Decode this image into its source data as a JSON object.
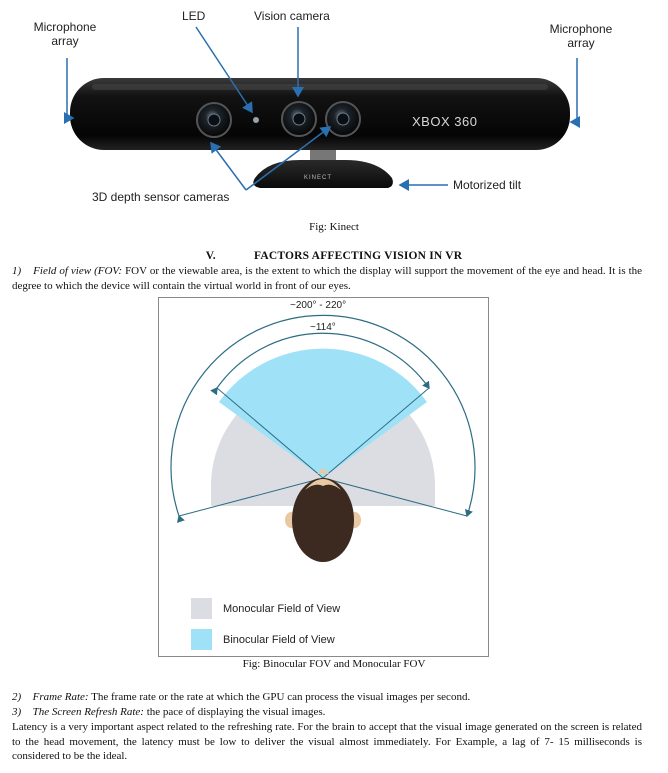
{
  "kinect_figure": {
    "labels": {
      "mic_left": [
        "Microphone",
        "array"
      ],
      "led": "LED",
      "vision_camera": "Vision camera",
      "mic_right": [
        "Microphone",
        "array"
      ],
      "depth_sensor": "3D depth sensor cameras",
      "motorized_tilt": "Motorized tilt",
      "xbox_logo": "XBOX 360",
      "kinect_logo": "KINECT"
    },
    "caption": "Fig: Kinect"
  },
  "section": {
    "number": "V.",
    "title": "FACTORS AFFECTING VISION IN VR"
  },
  "items": {
    "fov": {
      "number": "1)",
      "term": "Field of view (FOV:",
      "text": "FOV or the viewable area, is the extent to which the display will support the movement of the eye and head. It is the degree to which the device will contain the virtual world in front of our eyes."
    },
    "frame_rate": {
      "number": "2)",
      "term": "Frame Rate:",
      "text": "The frame rate or the rate at which the GPU can process the visual images per second."
    },
    "refresh_rate": {
      "number": "3)",
      "term": "The Screen Refresh Rate:",
      "text": "the pace of displaying the visual images."
    }
  },
  "fov_figure": {
    "angle_outer": "~200° - 220°",
    "angle_inner": "~114°",
    "legend": [
      {
        "label": "Monocular Field of View",
        "color": "#dcdde2"
      },
      {
        "label": "Binocular Field of View",
        "color": "#9fe2f7"
      }
    ],
    "caption": "Fig: Binocular FOV and Monocular FOV"
  },
  "latency_paragraph": "Latency is a very important aspect related to the refreshing rate. For the brain to accept that the visual image generated on the screen is related to the head movement, the latency must be low to deliver the visual almost immediately. For Example, a lag of 7- 15 milliseconds is considered to be the ideal."
}
